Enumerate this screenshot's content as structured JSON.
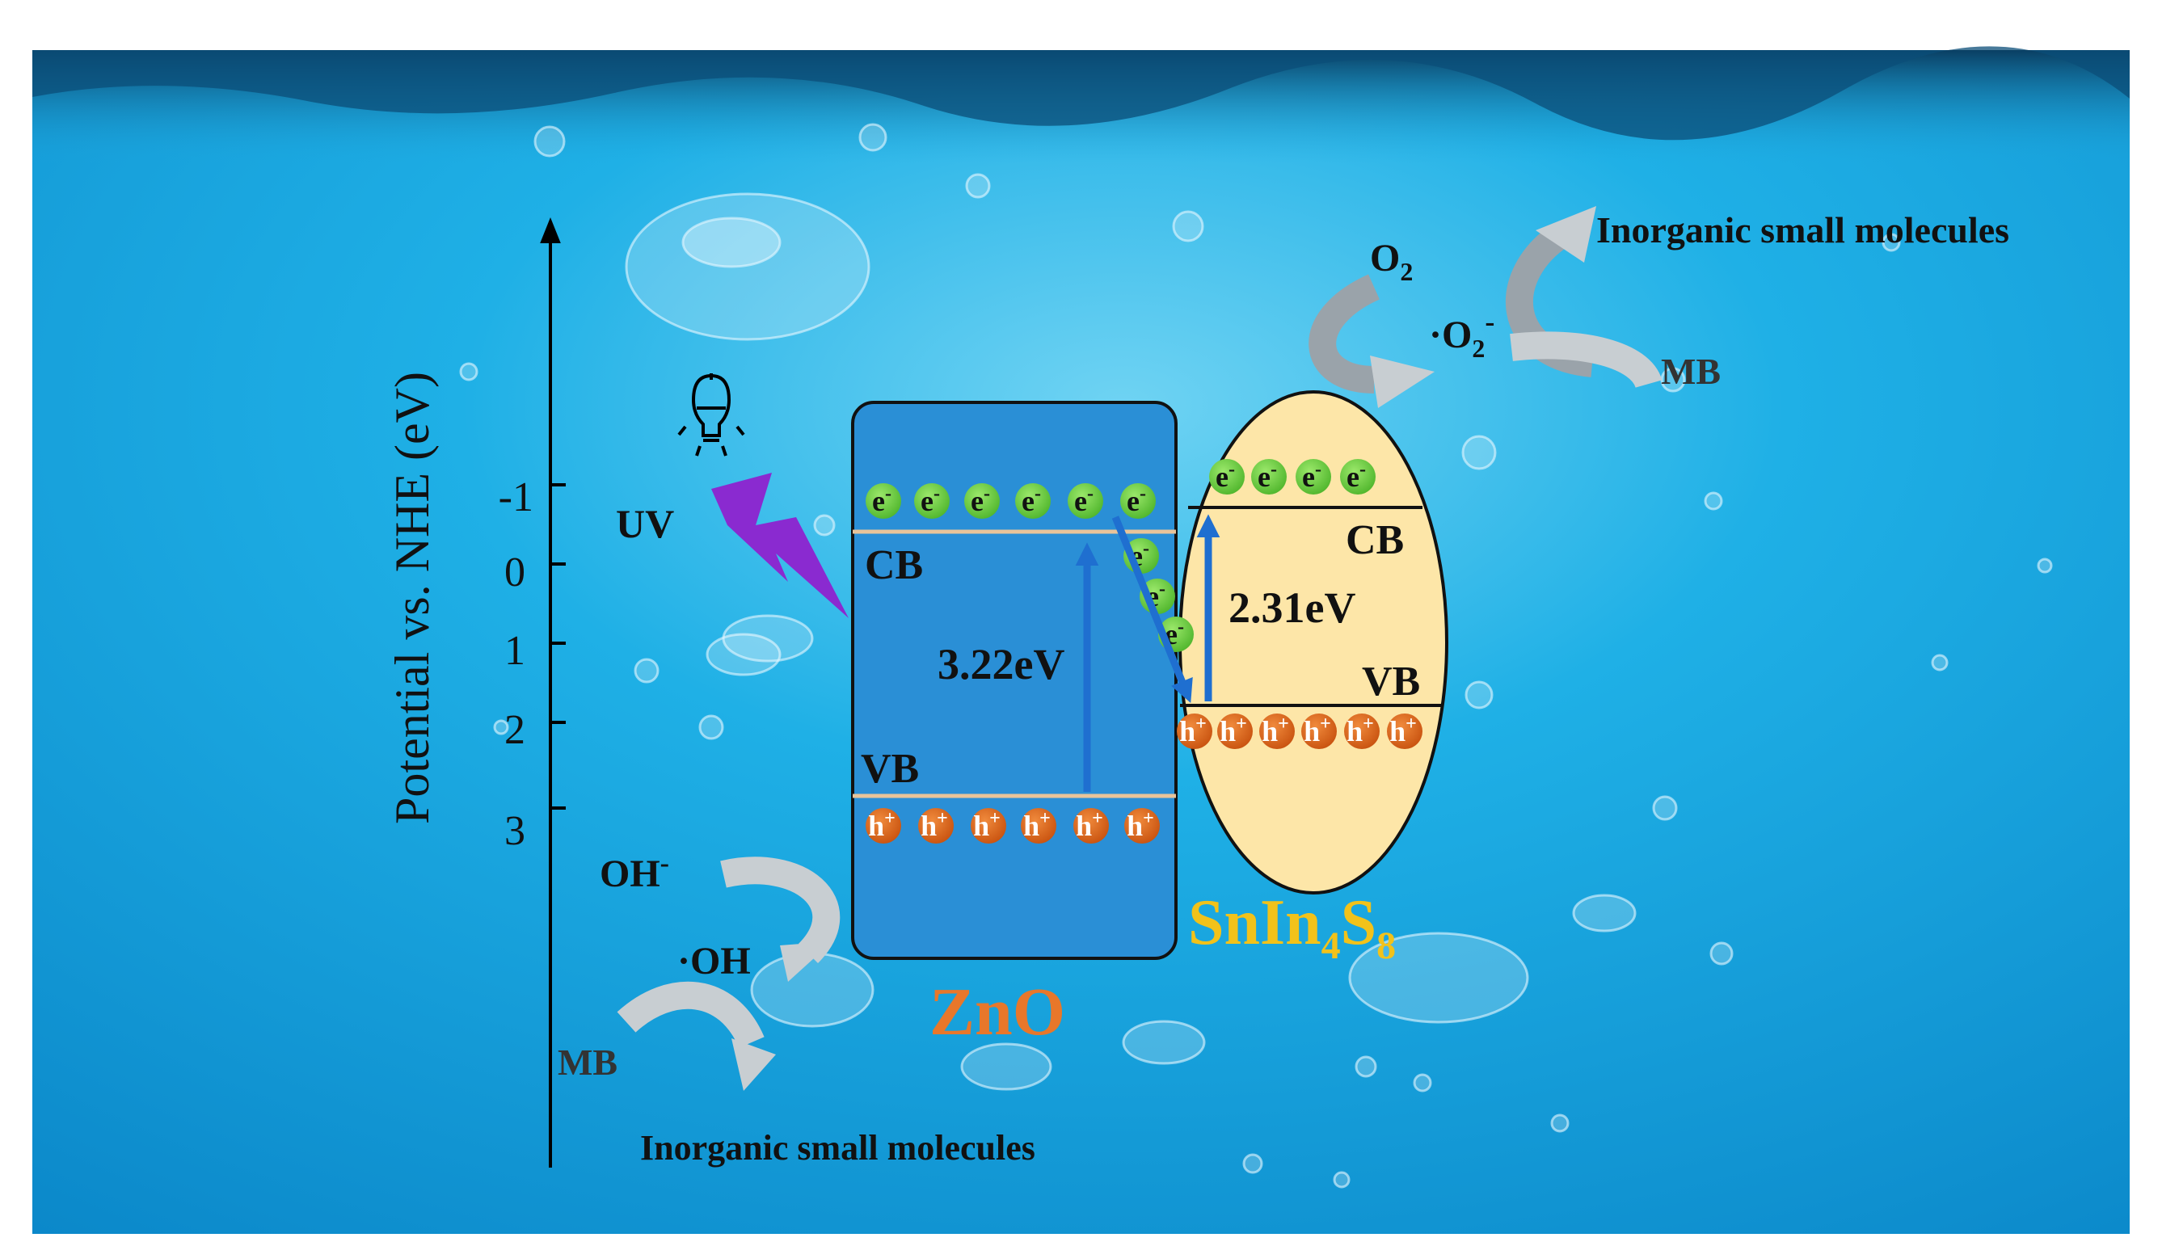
{
  "axis": {
    "label": "Potential vs. NHE (eV)",
    "ticks": [
      "-1",
      "0",
      "1",
      "2",
      "3"
    ]
  },
  "light": {
    "label": "UV"
  },
  "zno": {
    "name": "ZnO",
    "cb_label": "CB",
    "vb_label": "VB",
    "gap": "3.22eV",
    "fill_color": "#2a8fd6",
    "name_color": "#e8772a"
  },
  "snin4s8": {
    "name_parts": [
      "Sn",
      "In",
      "4",
      "S",
      "8"
    ],
    "cb_label": "CB",
    "vb_label": "VB",
    "gap": "2.31eV",
    "fill_color": "#fde6a8",
    "name_color": "#f2c21a"
  },
  "carriers": {
    "electron": "e",
    "electron_sign": "-",
    "hole": "h",
    "hole_sign": "+",
    "electron_color": "#6fcf3f",
    "hole_color": "#e0661c"
  },
  "reactions": {
    "top": {
      "reactant": "O",
      "reactant_sub": "2",
      "radical_prefix": "·O",
      "radical_sub": "2",
      "radical_sign": "-",
      "pollutant": "MB",
      "product": "Inorganic small molecules"
    },
    "bottom": {
      "reactant": "OH",
      "reactant_sign": "-",
      "radical": "·OH",
      "pollutant": "MB",
      "product": "Inorganic small molecules"
    }
  },
  "colors": {
    "water_top": "#1ea7de",
    "water_bottom": "#0b93d3",
    "arrow_blue": "#1f6fd0",
    "lightning": "#8a2ad0"
  }
}
